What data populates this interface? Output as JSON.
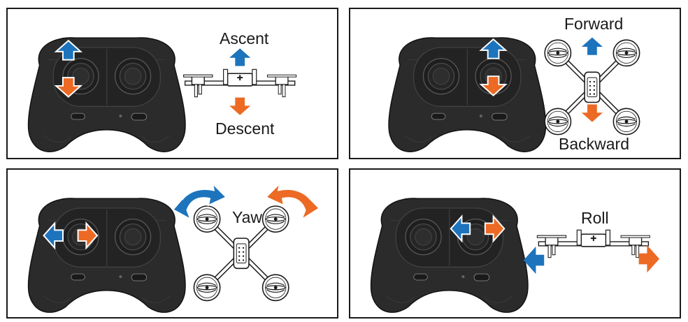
{
  "colors": {
    "blue": "#1d74bd",
    "orange": "#ec6a24",
    "controller": "#2b2b2b",
    "controller_dark": "#1c1c1c"
  },
  "panels": [
    {
      "id": "ascent-descent",
      "labels": {
        "top": "Ascent",
        "bottom": "Descent"
      },
      "stick": "left",
      "motion": "vertical",
      "icons": [
        "up-arrow-icon",
        "down-arrow-icon"
      ]
    },
    {
      "id": "forward-backward",
      "labels": {
        "top": "Forward",
        "bottom": "Backward"
      },
      "stick": "right",
      "motion": "vertical",
      "icons": [
        "up-arrow-icon",
        "down-arrow-icon"
      ]
    },
    {
      "id": "yaw",
      "labels": {
        "top": "Yaw"
      },
      "stick": "left",
      "motion": "horizontal",
      "icons": [
        "rotate-ccw-icon",
        "rotate-cw-icon"
      ]
    },
    {
      "id": "roll",
      "labels": {
        "top": "Roll"
      },
      "stick": "right",
      "motion": "horizontal",
      "icons": [
        "left-arrow-icon",
        "right-arrow-icon"
      ]
    }
  ]
}
